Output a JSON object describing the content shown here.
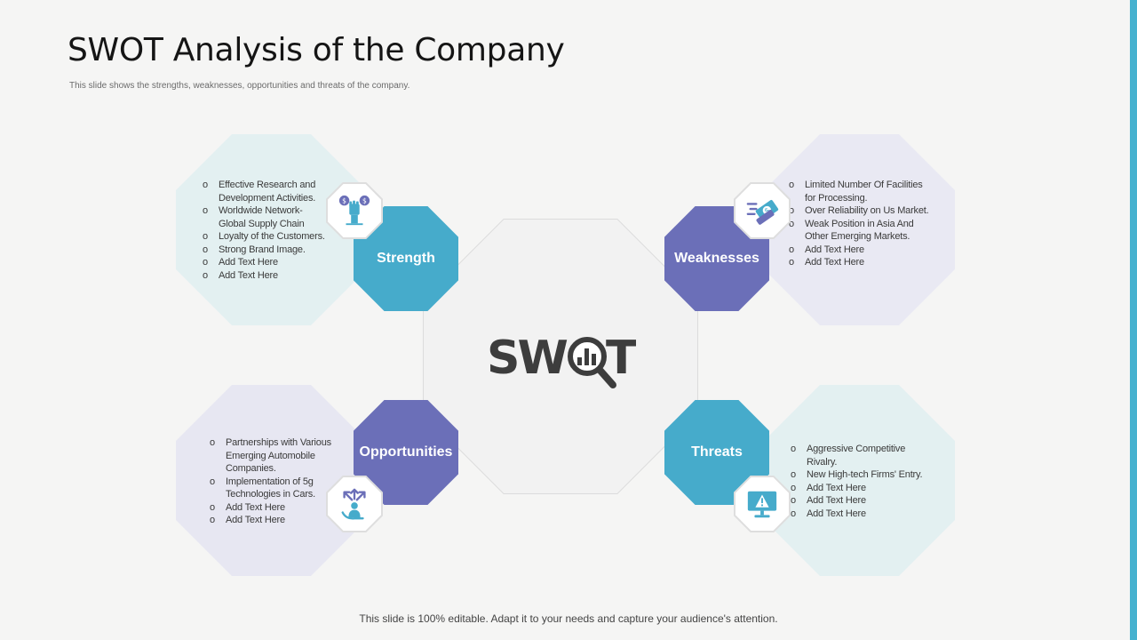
{
  "header": {
    "title": "SWOT Analysis of the Company",
    "subtitle": "This slide shows the strengths, weaknesses, opportunities and threats of the company."
  },
  "center": {
    "logo_text": "SW",
    "logo_text_end": "T",
    "icon": "magnifier-bar-chart-icon"
  },
  "quadrants": {
    "strength": {
      "label": "Strength",
      "icon": "raised-fist-dollar-icon",
      "items": [
        "Effective Research and Development Activities.",
        "Worldwide Network- Global Supply Chain",
        "Loyalty of the Customers.",
        "Strong Brand Image.",
        "Add Text Here",
        "Add Text Here"
      ]
    },
    "weaknesses": {
      "label": "Weaknesses",
      "icon": "flying-money-icon",
      "items": [
        "Limited Number Of Facilities for Processing.",
        "Over Reliability on Us Market.",
        "Weak Position in Asia And Other Emerging Markets.",
        "Add Text Here",
        "Add Text Here"
      ]
    },
    "opportunities": {
      "label": "Opportunities",
      "icon": "person-arrows-icon",
      "items": [
        "Partnerships with Various Emerging Automobile Companies.",
        "Implementation of 5g Technologies in Cars.",
        "Add Text Here",
        "Add Text Here"
      ]
    },
    "threats": {
      "label": "Threats",
      "icon": "monitor-warning-icon",
      "items": [
        "Aggressive Competitive Rivalry.",
        "New High-tech Firms' Entry.",
        "Add Text Here",
        "Add Text Here",
        "Add Text Here"
      ]
    }
  },
  "footer": {
    "text": "This slide is 100% editable. Adapt it to your needs and capture your audience's attention."
  },
  "colors": {
    "teal": "#46abcb",
    "purple": "#6b6fb8",
    "teal_light": "#e3f0f1",
    "purple_light": "#e9e9f3",
    "logo_dark": "#3d3d3d",
    "accent_bar": "#46b1cf"
  }
}
